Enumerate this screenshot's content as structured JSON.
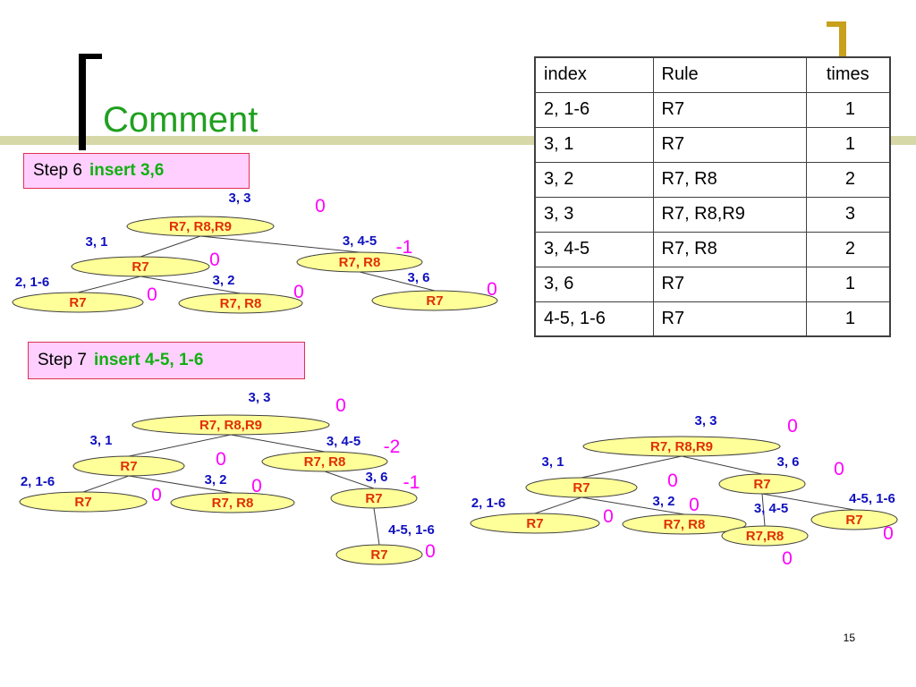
{
  "title": "Comment",
  "page_number": "15",
  "step6": {
    "label": "Step 6",
    "insert": "insert 3,6"
  },
  "step7": {
    "label": "Step 7",
    "insert": "insert 4-5, 1-6"
  },
  "table": {
    "headers": [
      "index",
      "Rule",
      "times"
    ],
    "rows": [
      [
        "2, 1-6",
        "R7",
        "1"
      ],
      [
        "3, 1",
        "R7",
        "1"
      ],
      [
        "3, 2",
        "R7, R8",
        "2"
      ],
      [
        "3, 3",
        "R7, R8,R9",
        "3"
      ],
      [
        "3, 4-5",
        "R7, R8",
        "2"
      ],
      [
        "3, 6",
        "R7",
        "1"
      ],
      [
        "4-5, 1-6",
        "R7",
        "1"
      ]
    ]
  },
  "colors": {
    "title": "#20a020",
    "node_fill": "#ffff99",
    "node_text": "#e03000",
    "index_label": "#1010c0",
    "balance": "#ff00ff"
  },
  "trees": [
    {
      "name": "tree-step6",
      "nodes": [
        {
          "id": "a",
          "index": "3, 3",
          "rules": "R7, R8,R9",
          "balance": "0"
        },
        {
          "id": "b",
          "index": "3, 1",
          "rules": "R7",
          "balance": "0"
        },
        {
          "id": "c",
          "index": "3, 4-5",
          "rules": "R7, R8",
          "balance": "-1"
        },
        {
          "id": "d",
          "index": "2, 1-6",
          "rules": "R7",
          "balance": "0"
        },
        {
          "id": "e",
          "index": "3, 2",
          "rules": "R7, R8",
          "balance": "0"
        },
        {
          "id": "f",
          "index": "3, 6",
          "rules": "R7",
          "balance": "0"
        }
      ],
      "edges": [
        [
          "a",
          "b"
        ],
        [
          "a",
          "c"
        ],
        [
          "b",
          "d"
        ],
        [
          "b",
          "e"
        ],
        [
          "c",
          "f"
        ]
      ]
    },
    {
      "name": "tree-step7-unbalanced",
      "nodes": [
        {
          "id": "a",
          "index": "3, 3",
          "rules": "R7, R8,R9",
          "balance": "0"
        },
        {
          "id": "b",
          "index": "3, 1",
          "rules": "R7",
          "balance": "0"
        },
        {
          "id": "c",
          "index": "3, 4-5",
          "rules": "R7, R8",
          "balance": "-2"
        },
        {
          "id": "d",
          "index": "2, 1-6",
          "rules": "R7",
          "balance": "0"
        },
        {
          "id": "e",
          "index": "3, 2",
          "rules": "R7, R8",
          "balance": "0"
        },
        {
          "id": "f",
          "index": "3, 6",
          "rules": "R7",
          "balance": "-1"
        },
        {
          "id": "g",
          "index": "4-5, 1-6",
          "rules": "R7",
          "balance": "0"
        }
      ],
      "edges": [
        [
          "a",
          "b"
        ],
        [
          "a",
          "c"
        ],
        [
          "b",
          "d"
        ],
        [
          "b",
          "e"
        ],
        [
          "c",
          "f"
        ],
        [
          "f",
          "g"
        ]
      ]
    },
    {
      "name": "tree-step7-rebalanced",
      "nodes": [
        {
          "id": "a",
          "index": "3, 3",
          "rules": "R7, R8,R9",
          "balance": "0"
        },
        {
          "id": "b",
          "index": "3, 1",
          "rules": "R7",
          "balance": "0"
        },
        {
          "id": "c",
          "index": "3, 6",
          "rules": "R7",
          "balance": "0"
        },
        {
          "id": "d",
          "index": "2, 1-6",
          "rules": "R7",
          "balance": "0"
        },
        {
          "id": "e",
          "index": "3, 2",
          "rules": "R7, R8",
          "balance": "0"
        },
        {
          "id": "h",
          "index": "3, 4-5",
          "rules": "R7,R8",
          "balance": "0"
        },
        {
          "id": "g",
          "index": "4-5, 1-6",
          "rules": "R7",
          "balance": "0"
        }
      ],
      "edges": [
        [
          "a",
          "b"
        ],
        [
          "a",
          "c"
        ],
        [
          "b",
          "d"
        ],
        [
          "b",
          "e"
        ],
        [
          "c",
          "h"
        ],
        [
          "c",
          "g"
        ]
      ]
    }
  ]
}
